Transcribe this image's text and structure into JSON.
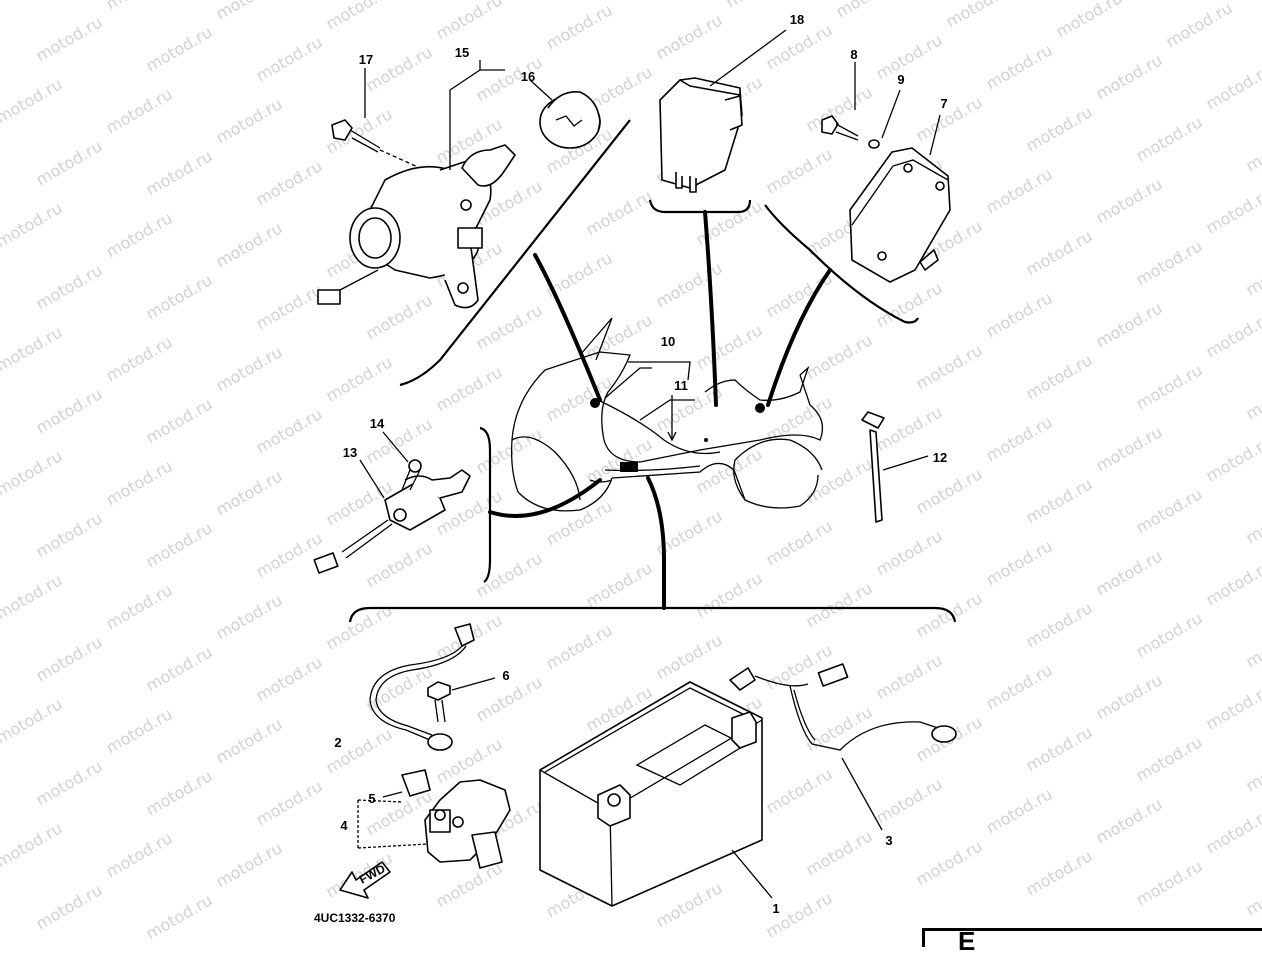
{
  "watermark": "motod.ru",
  "part_code": "4UC1332-6370",
  "corner_label": "E",
  "callouts": [
    {
      "id": "1",
      "label": "1"
    },
    {
      "id": "2",
      "label": "2"
    },
    {
      "id": "3",
      "label": "3"
    },
    {
      "id": "4",
      "label": "4"
    },
    {
      "id": "5",
      "label": "5"
    },
    {
      "id": "6",
      "label": "6"
    },
    {
      "id": "7",
      "label": "7"
    },
    {
      "id": "8",
      "label": "8"
    },
    {
      "id": "9",
      "label": "9"
    },
    {
      "id": "10",
      "label": "10"
    },
    {
      "id": "11",
      "label": "11"
    },
    {
      "id": "12",
      "label": "12"
    },
    {
      "id": "13",
      "label": "13"
    },
    {
      "id": "14",
      "label": "14"
    },
    {
      "id": "15",
      "label": "15"
    },
    {
      "id": "16",
      "label": "16"
    },
    {
      "id": "17",
      "label": "17"
    },
    {
      "id": "18",
      "label": "18"
    }
  ],
  "arrow_label": "FWD"
}
